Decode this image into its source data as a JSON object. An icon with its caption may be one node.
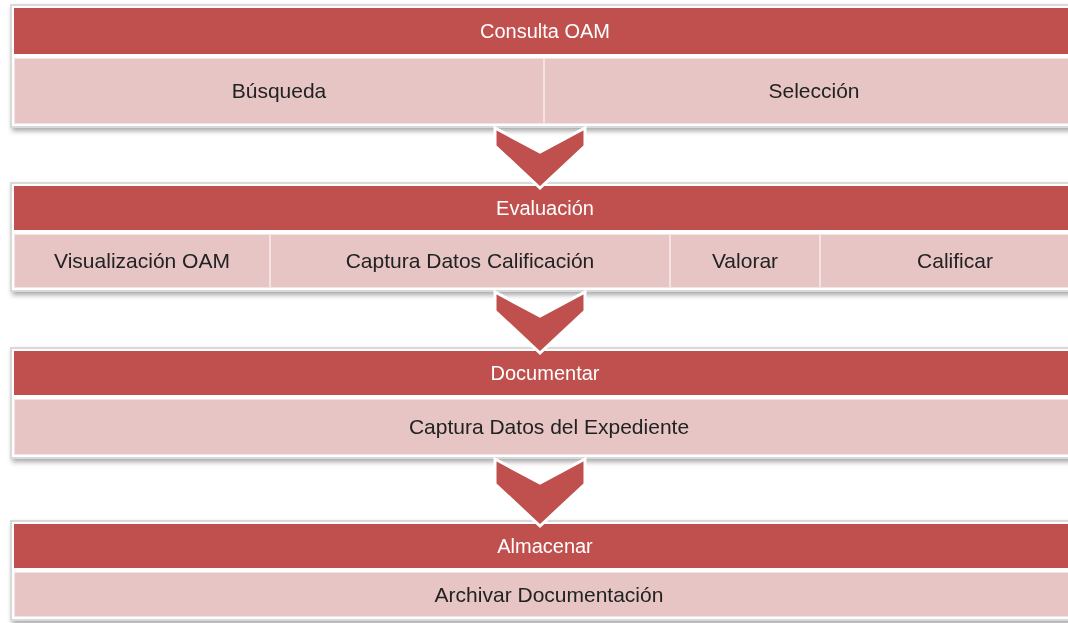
{
  "diagram": {
    "nodes": [
      {
        "text": [
          "Consulta OAM"
        ]
      },
      {
        "text": [
          "Búsqueda"
        ],
        "in": 0
      },
      {
        "text": [
          "Selección"
        ],
        "in": 0
      },
      {
        "text": [
          "Evaluación"
        ]
      },
      {
        "text": [
          "Visualización OAM"
        ],
        "in": 3
      },
      {
        "text": [
          "Captura Datos Calificación"
        ],
        "in": 3
      },
      {
        "text": [
          "Valorar"
        ],
        "in": 3
      },
      {
        "text": [
          "Calificar"
        ],
        "in": 3
      },
      {
        "text": [
          "Documentar"
        ]
      },
      {
        "text": [
          "Captura Datos del Expediente"
        ],
        "in": 8
      },
      {
        "text": [
          "Almacenar"
        ]
      },
      {
        "text": [
          "Archivar Documentación"
        ],
        "in": 10
      }
    ],
    "edges": [
      {
        "from": 0,
        "to": 3,
        "arrow": "to"
      },
      {
        "from": 3,
        "to": 8,
        "arrow": "to"
      },
      {
        "from": 8,
        "to": 10,
        "arrow": "to"
      }
    ]
  }
}
